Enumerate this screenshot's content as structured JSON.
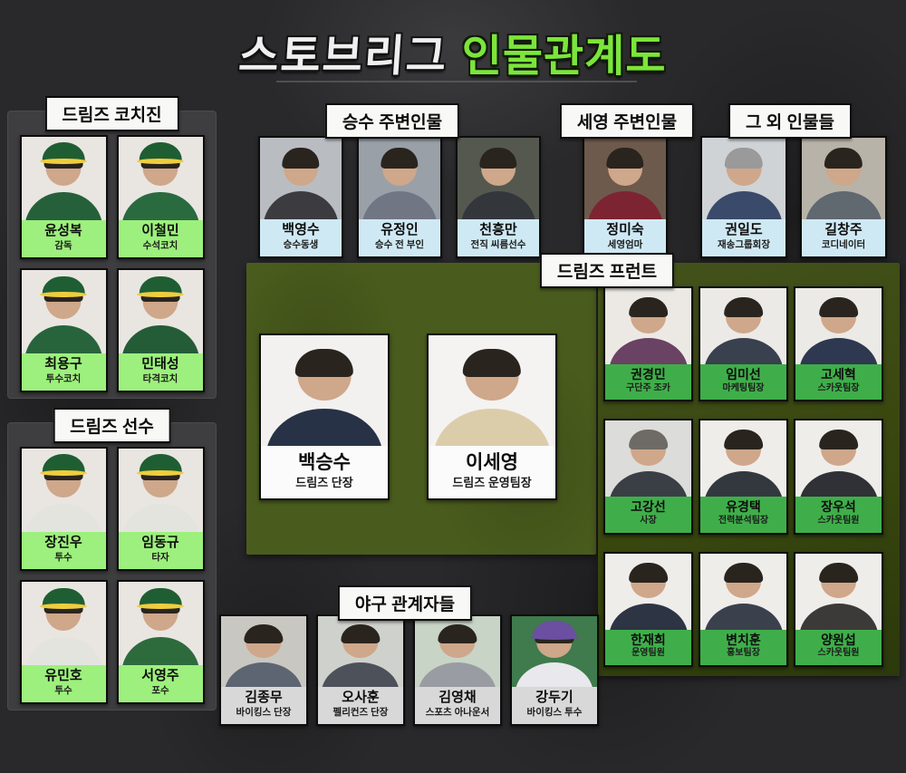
{
  "title": {
    "logo": "스토브리그",
    "subtitle": "인물관계도"
  },
  "colors": {
    "background": "#29292b",
    "accent_green": "#7ce53b",
    "front_panel_green": "#4a5c1d",
    "front_grid_green": "#39470f",
    "label_light_green": "#9df07d",
    "label_green": "#3fae4a",
    "label_blue": "#cfe9f4",
    "label_gray": "#d8d8d8",
    "heading_bg": "#f8f8f7"
  },
  "sections": {
    "coaches": {
      "heading": "드림즈 코치진",
      "members": [
        {
          "name": "윤성복",
          "role": "감독",
          "photo": {
            "bg": "#e9e6e1",
            "shirt": "#26603a",
            "cap": "#1f5e33",
            "brim": "#efcd3e"
          }
        },
        {
          "name": "이철민",
          "role": "수석코치",
          "photo": {
            "bg": "#e9e6e1",
            "shirt": "#2a6a3f",
            "cap": "#1f5e33",
            "brim": "#efcd3e"
          }
        },
        {
          "name": "최용구",
          "role": "투수코치",
          "photo": {
            "bg": "#e9e6e1",
            "shirt": "#27643c",
            "cap": "#1f5e33",
            "brim": "#efcd3e"
          }
        },
        {
          "name": "민태성",
          "role": "타격코치",
          "photo": {
            "bg": "#e9e6e1",
            "shirt": "#235c36",
            "cap": "#1f5e33",
            "brim": "#efcd3e"
          }
        }
      ]
    },
    "players": {
      "heading": "드림즈 선수",
      "members": [
        {
          "name": "장진우",
          "role": "투수",
          "photo": {
            "bg": "#e9e6e1",
            "shirt": "#e3e4de",
            "cap": "#1f5e33",
            "brim": "#efcd3e"
          }
        },
        {
          "name": "임동규",
          "role": "타자",
          "photo": {
            "bg": "#e9e6e1",
            "shirt": "#e3e4de",
            "cap": "#1f5e33",
            "brim": "#efcd3e"
          }
        },
        {
          "name": "유민호",
          "role": "투수",
          "photo": {
            "bg": "#e9e6e1",
            "shirt": "#e3e4de",
            "cap": "#1f5e33",
            "brim": "#efcd3e"
          }
        },
        {
          "name": "서영주",
          "role": "포수",
          "photo": {
            "bg": "#e9e6e1",
            "shirt": "#2d6b3d",
            "cap": "#1f5e33",
            "brim": "#efcd3e"
          }
        }
      ]
    },
    "seungsoo": {
      "heading": "승수 주변인물",
      "members": [
        {
          "name": "백영수",
          "role": "승수동생",
          "photo": {
            "bg": "#b9bdc2",
            "shirt": "#3b3b40"
          }
        },
        {
          "name": "유정인",
          "role": "승수 전 부인",
          "photo": {
            "bg": "#9aa0a8",
            "shirt": "#707684"
          }
        },
        {
          "name": "천흥만",
          "role": "전직 씨름선수",
          "photo": {
            "bg": "#55584f",
            "shirt": "#33373c"
          }
        }
      ]
    },
    "seyoung": {
      "heading": "세영 주변인물",
      "members": [
        {
          "name": "정미숙",
          "role": "세영엄마",
          "photo": {
            "bg": "#6e5a4c",
            "shirt": "#7d2433"
          }
        }
      ]
    },
    "others": {
      "heading": "그 외 인물들",
      "members": [
        {
          "name": "권일도",
          "role": "재송그룹회장",
          "photo": {
            "bg": "#cfd3d6",
            "shirt": "#394a6b",
            "hair": "#9a9a9a"
          }
        },
        {
          "name": "길창주",
          "role": "코디네이터",
          "photo": {
            "bg": "#b8b3a8",
            "shirt": "#606870"
          }
        }
      ]
    },
    "front": {
      "heading": "드림즈 프런트",
      "leads": [
        {
          "name": "백승수",
          "role": "드림즈 단장",
          "photo": {
            "bg": "#f2f1ef",
            "shirt": "#273247"
          }
        },
        {
          "name": "이세영",
          "role": "드림즈 운영팀장",
          "photo": {
            "bg": "#f4f3f1",
            "shirt": "#dccdaa"
          }
        }
      ],
      "staff": [
        {
          "name": "권경민",
          "role": "구단주 조카",
          "photo": {
            "bg": "#ece9e4",
            "shirt": "#6a4263"
          }
        },
        {
          "name": "임미선",
          "role": "마케팅팀장",
          "photo": {
            "bg": "#eceae6",
            "shirt": "#39404e"
          }
        },
        {
          "name": "고세혁",
          "role": "스카웃팀장",
          "photo": {
            "bg": "#eceae6",
            "shirt": "#2e3850"
          }
        },
        {
          "name": "고강선",
          "role": "사장",
          "photo": {
            "bg": "#dcdcda",
            "shirt": "#3a3f46",
            "hair": "#6e6a66"
          }
        },
        {
          "name": "유경택",
          "role": "전력분석팀장",
          "photo": {
            "bg": "#efedea",
            "shirt": "#33383f"
          }
        },
        {
          "name": "장우석",
          "role": "스카웃팀원",
          "photo": {
            "bg": "#efedea",
            "shirt": "#2f3136"
          }
        },
        {
          "name": "한재희",
          "role": "운영팀원",
          "photo": {
            "bg": "#efedea",
            "shirt": "#2d3444"
          }
        },
        {
          "name": "변치훈",
          "role": "홍보팀장",
          "photo": {
            "bg": "#efedea",
            "shirt": "#3a414c"
          }
        },
        {
          "name": "양원섭",
          "role": "스카웃팀원",
          "photo": {
            "bg": "#efedea",
            "shirt": "#3c3a38"
          }
        }
      ]
    },
    "baseball": {
      "heading": "야구 관계자들",
      "members": [
        {
          "name": "김종무",
          "role": "바이킹스 단장",
          "photo": {
            "bg": "#c9c7c2",
            "shirt": "#5e6572"
          }
        },
        {
          "name": "오사훈",
          "role": "펠리컨즈 단장",
          "photo": {
            "bg": "#cfd2cc",
            "shirt": "#4d525a"
          }
        },
        {
          "name": "김영채",
          "role": "스포츠 아나운서",
          "photo": {
            "bg": "#c8d4c6",
            "shirt": "#9a9ca3"
          }
        },
        {
          "name": "강두기",
          "role": "바이킹스 투수",
          "photo": {
            "bg": "#3f7b4c",
            "shirt": "#e9e8ec",
            "cap": "#6b4fa0",
            "brim": "#6b4fa0"
          }
        }
      ]
    }
  }
}
